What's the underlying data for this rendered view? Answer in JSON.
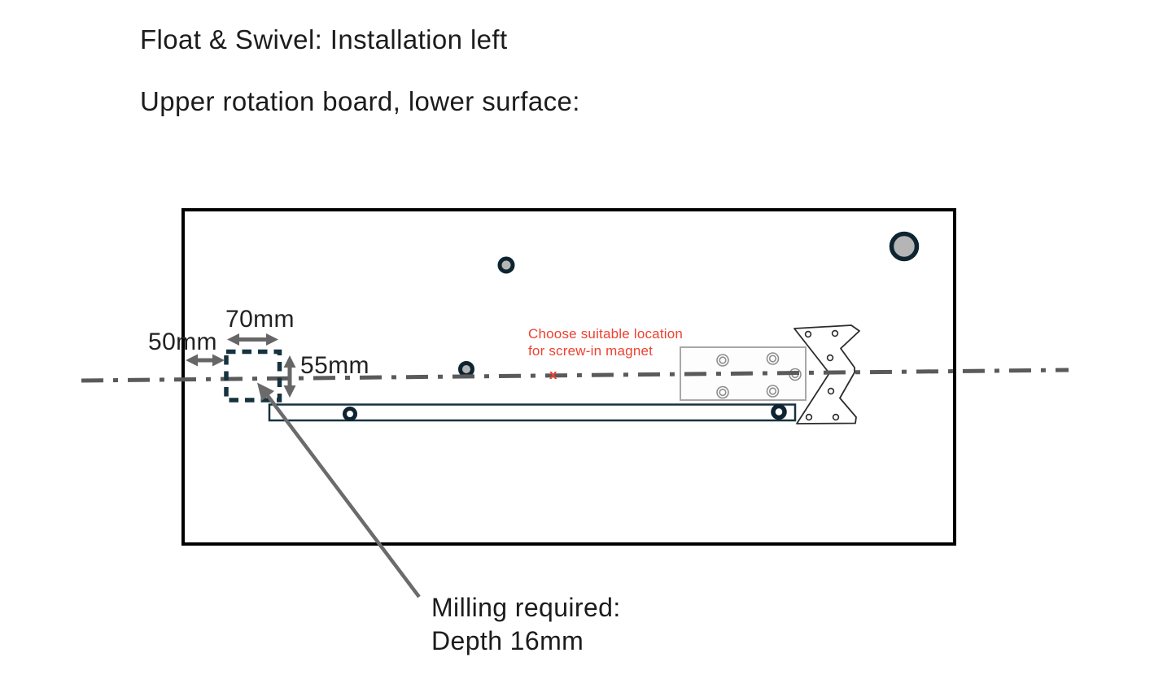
{
  "header": {
    "title": "Float & Swivel: Installation left",
    "subtitle": "Upper rotation board, lower surface:"
  },
  "dims": {
    "offset": "50mm",
    "width": "70mm",
    "height": "55mm"
  },
  "magnet": {
    "line1": "Choose suitable location",
    "line2": "for screw-in magnet",
    "marker": "x"
  },
  "milling": {
    "line1": "Milling required:",
    "line2": "Depth 16mm"
  },
  "colors": {
    "text": "#1c1c1c",
    "red_accent": "#ee4130",
    "navy_outline": "#16323f",
    "dim_gray": "#666666",
    "centerline_gray": "#5a5a5a",
    "hole_fill": "#b5b5b5",
    "board_border": "#000000",
    "plate_outline": "#a8a8a8"
  }
}
